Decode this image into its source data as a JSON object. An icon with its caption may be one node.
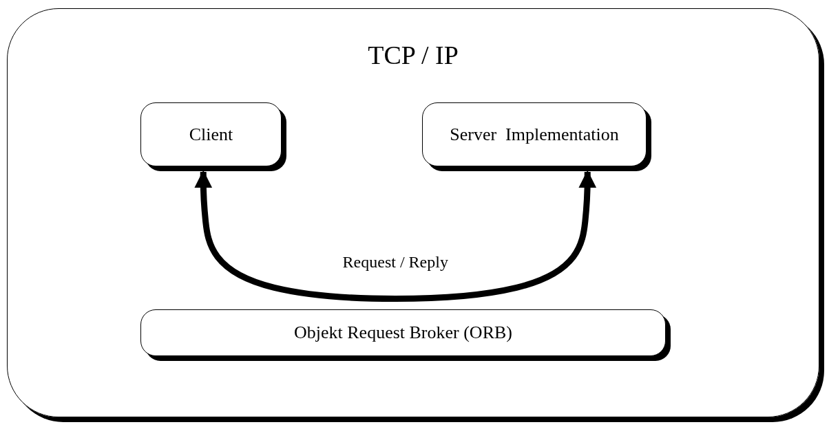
{
  "diagram": {
    "nodes": [
      {
        "text": [
          "TCP / IP"
        ]
      },
      {
        "text": [
          "Client"
        ],
        "in": 0
      },
      {
        "text": [
          "Server  Implementation"
        ],
        "in": 0
      },
      {
        "text": [
          "Objekt Request Broker (ORB)"
        ],
        "in": 0
      }
    ],
    "edges": [
      {
        "from": 1,
        "to": 2,
        "arrow": "both",
        "label": "Request / Reply"
      }
    ]
  }
}
